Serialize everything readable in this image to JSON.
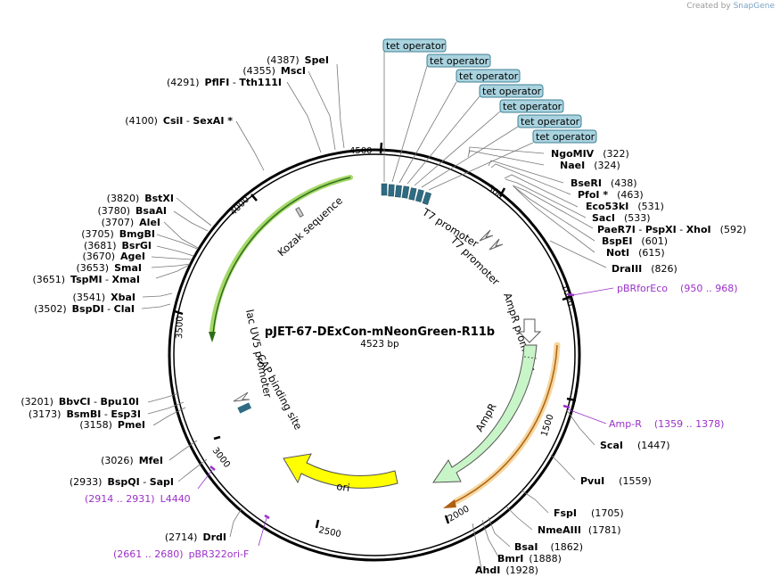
{
  "credit": {
    "prefix": "Created by",
    "brand": "SnapGene"
  },
  "plasmid": {
    "name": "pJET-67-DExCon-mNeonGreen-R11b",
    "length": "4523 bp"
  },
  "ticks": [
    "500",
    "1000",
    "1500",
    "2000",
    "2500",
    "3000",
    "3500",
    "4000",
    "4500"
  ],
  "operators": [
    "tet operator",
    "tet operator",
    "tet operator",
    "tet operator",
    "tet operator",
    "tet operator",
    "tet operator"
  ],
  "features": {
    "kozak": "Kozak sequence",
    "t7a": "T7 promoter",
    "t7b": "T7 promoter",
    "ampr_promoter": "AmpR promoter",
    "ampr": "AmpR",
    "ori": "ori",
    "cap": "CAP binding site",
    "lacuv5": "lac UV5 promoter"
  },
  "sites_right": [
    {
      "name": "NgoMIV",
      "pos": "(322)"
    },
    {
      "name": "NaeI",
      "pos": "(324)"
    },
    {
      "name": "BseRI",
      "pos": "(438)"
    },
    {
      "name": "PfoI *",
      "pos": "(463)"
    },
    {
      "name": "Eco53kI",
      "pos": "(531)"
    },
    {
      "name": "SacI",
      "pos": "(533)"
    },
    {
      "name": "PaeR7I",
      "name2": "PspXI",
      "name3": "XhoI",
      "pos": "(592)"
    },
    {
      "name": "BspEI",
      "pos": "(601)"
    },
    {
      "name": "NotI",
      "pos": "(615)"
    },
    {
      "name": "DraIII",
      "pos": "(826)"
    },
    {
      "name": "ScaI",
      "pos": "(1447)"
    },
    {
      "name": "PvuI",
      "pos": "(1559)"
    },
    {
      "name": "FspI",
      "pos": "(1705)"
    },
    {
      "name": "NmeAIII",
      "pos": "(1781)"
    },
    {
      "name": "BsaI",
      "pos": "(1862)"
    },
    {
      "name": "BmrI",
      "pos": "(1888)"
    },
    {
      "name": "AhdI",
      "pos": "(1928)"
    }
  ],
  "sites_left": [
    {
      "pos": "(4387)",
      "name": "SpeI"
    },
    {
      "pos": "(4355)",
      "name": "MscI"
    },
    {
      "pos": "(4291)",
      "name": "PflFI",
      "name2": "Tth111I"
    },
    {
      "pos": "(4100)",
      "name": "CsiI",
      "name2": "SexAI *"
    },
    {
      "pos": "(3820)",
      "name": "BstXI"
    },
    {
      "pos": "(3780)",
      "name": "BsaAI"
    },
    {
      "pos": "(3707)",
      "name": "AleI"
    },
    {
      "pos": "(3705)",
      "name": "BmgBI"
    },
    {
      "pos": "(3681)",
      "name": "BsrGI"
    },
    {
      "pos": "(3670)",
      "name": "AgeI"
    },
    {
      "pos": "(3653)",
      "name": "SmaI"
    },
    {
      "pos": "(3651)",
      "name": "TspMI",
      "name2": "XmaI"
    },
    {
      "pos": "(3541)",
      "name": "XbaI"
    },
    {
      "pos": "(3502)",
      "name": "BspDI",
      "name2": "ClaI"
    },
    {
      "pos": "(3201)",
      "name": "BbvCI",
      "name2": "Bpu10I"
    },
    {
      "pos": "(3173)",
      "name": "BsmBI",
      "name2": "Esp3I"
    },
    {
      "pos": "(3158)",
      "name": "PmeI"
    },
    {
      "pos": "(3026)",
      "name": "MfeI"
    },
    {
      "pos": "(2933)",
      "name": "BspQI",
      "name2": "SapI"
    },
    {
      "pos": "(2714)",
      "name": "DrdI"
    }
  ],
  "primers": [
    {
      "name": "pBRforEco",
      "range": "(950 .. 968)"
    },
    {
      "name": "Amp-R",
      "range": "(1359 .. 1378)"
    },
    {
      "range": "(2914 .. 2931)",
      "name": "L4440"
    },
    {
      "range": "(2661 .. 2680)",
      "name": "pBR322ori-F"
    }
  ],
  "colors": {
    "kozak": "#c8ec90",
    "ampr": "#c8f5c8",
    "ori": "#ffff00",
    "primer": "#9b30c8",
    "operator": "#a9d3df",
    "orf_hl": "#f5d7a0"
  }
}
